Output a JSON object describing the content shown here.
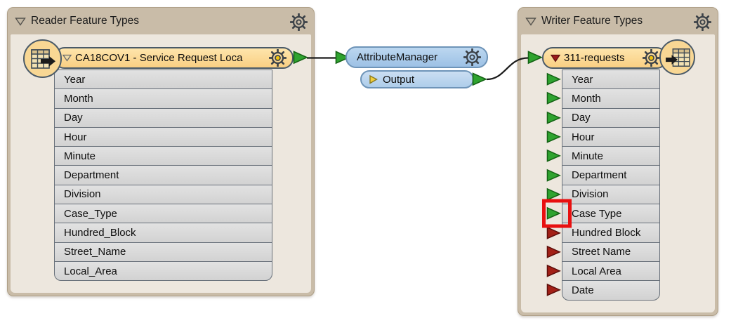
{
  "reader_panel": {
    "title": "Reader Feature Types",
    "node": {
      "title": "CA18COV1 - Service Request Loca",
      "attributes": [
        "Year",
        "Month",
        "Day",
        "Hour",
        "Minute",
        "Department",
        "Division",
        "Case_Type",
        "Hundred_Block",
        "Street_Name",
        "Local_Area"
      ]
    }
  },
  "transformer": {
    "title": "AttributeManager",
    "output_port_label": "Output"
  },
  "writer_panel": {
    "title": "Writer Feature Types",
    "node": {
      "title": "311-requests",
      "attributes": [
        {
          "label": "Year",
          "port": "green"
        },
        {
          "label": "Month",
          "port": "green"
        },
        {
          "label": "Day",
          "port": "green"
        },
        {
          "label": "Hour",
          "port": "green"
        },
        {
          "label": "Minute",
          "port": "green"
        },
        {
          "label": "Department",
          "port": "green"
        },
        {
          "label": "Division",
          "port": "green"
        },
        {
          "label": "Case Type",
          "port": "green",
          "highlight": true
        },
        {
          "label": "Hundred Block",
          "port": "red"
        },
        {
          "label": "Street Name",
          "port": "red"
        },
        {
          "label": "Local Area",
          "port": "red"
        },
        {
          "label": "Date",
          "port": "red"
        }
      ]
    }
  },
  "colors": {
    "panel_header": "#C9BCA8",
    "panel_body": "#EDE7DE",
    "node_fill": "#FBD893",
    "transformer_fill": "#A9C9E9",
    "row_fill": "#D8D8D8",
    "port_green": "#2FA32F",
    "port_red": "#A32016",
    "highlight_red": "#E81010",
    "gear_center_yellow": "#F1C40F"
  }
}
